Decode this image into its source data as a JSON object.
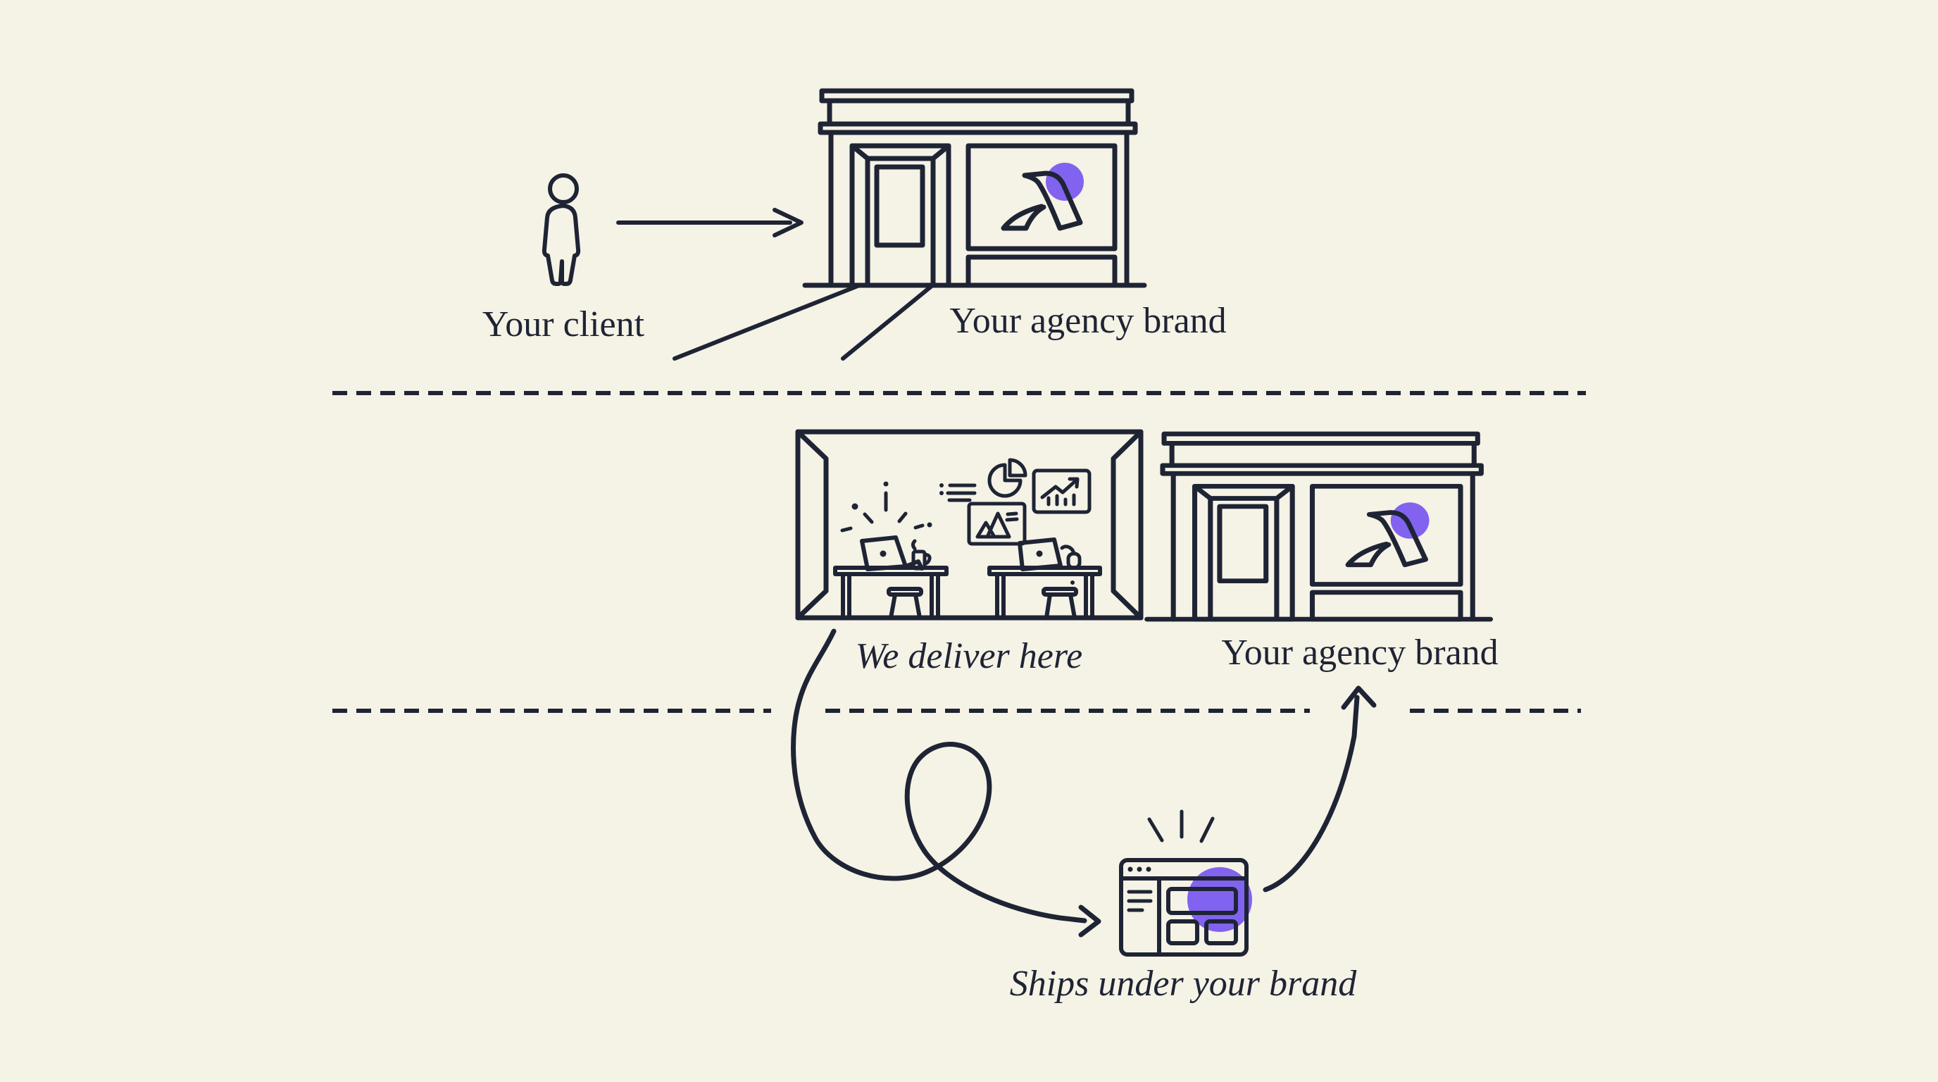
{
  "colors": {
    "background": "#f5f2e6",
    "ink": "#1e2434",
    "accent": "#8163ef"
  },
  "top_row": {
    "client_label": "Your client",
    "agency_brand_label": "Your agency brand"
  },
  "middle_row": {
    "deliver_label": "We deliver here",
    "agency_brand_label": "Your agency brand"
  },
  "bottom_row": {
    "ships_label": "Ships under your brand"
  },
  "icons": {
    "person": "outline standing figure",
    "arrow_right": "straight arrow pointing right",
    "storefront": "shop facade with cornice, door and display window",
    "brand_logo": "abstract lambda mark with purple dot",
    "purple_dot": "solid violet circle accent",
    "dashed_divider": "horizontal dashed separator line",
    "office_room": "perspective workspace room",
    "desk": "work desk with legs",
    "laptop": "open laptop with camera dot",
    "coffee_cup": "mug with handle",
    "stool": "work stool",
    "sparkle_burst": "radiating activity sparks",
    "list": "bulleted text lines",
    "pie_chart": "pie with detached slice",
    "image_frame": "picture frame with mountains",
    "growth_chart": "framed rising line chart with bars",
    "mouse": "computer mouse with cable",
    "squiggle_arrow": "looping curved arrow",
    "browser_window": "app window with sidebar and content blocks",
    "up_arrow": "curved arrow pointing up"
  }
}
